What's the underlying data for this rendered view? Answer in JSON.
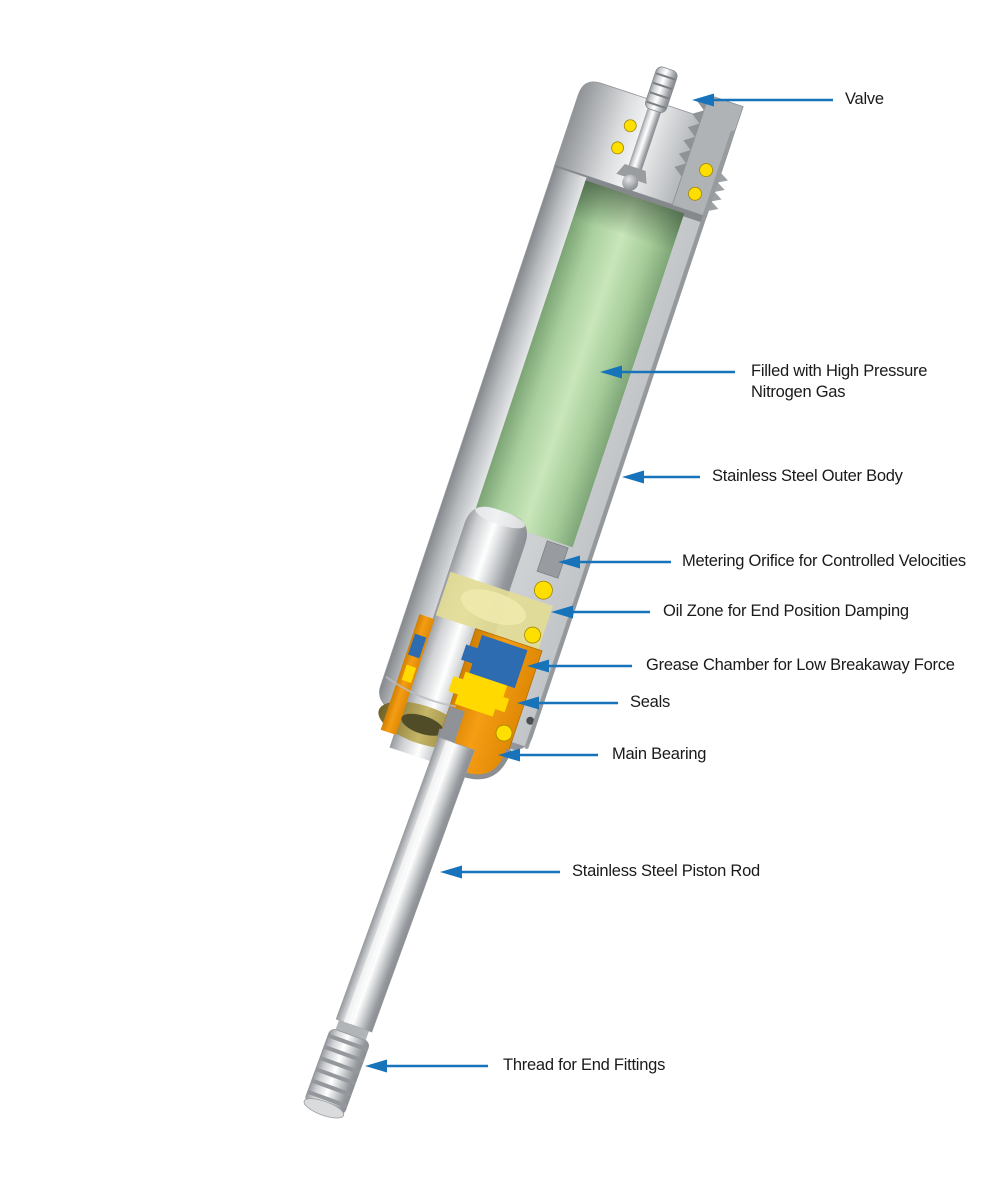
{
  "figure": {
    "description": "Cutaway illustration of a stainless steel gas spring with labeled internal components",
    "background": "#ffffff"
  },
  "colors": {
    "arrow_blue": "#1773ba",
    "label_text": "#1a1a1a",
    "nitrogen_green": "#c8e6ba",
    "oil_yellow": "#e3dc96",
    "grease_blue": "#2e6cb2",
    "seal_yellow": "#ffd900",
    "housing_orange": "#f59d13"
  },
  "annotations": [
    {
      "id": "valve",
      "label": "Valve"
    },
    {
      "id": "nitrogen-gas",
      "label": "Filled with High Pressure\nNitrogen Gas"
    },
    {
      "id": "outer-body",
      "label": "Stainless Steel Outer Body"
    },
    {
      "id": "metering-orifice",
      "label": "Metering Orifice for Controlled Velocities"
    },
    {
      "id": "oil-zone",
      "label": "Oil Zone for End Position Damping"
    },
    {
      "id": "grease-chamber",
      "label": "Grease Chamber for Low Breakaway Force"
    },
    {
      "id": "seals",
      "label": "Seals"
    },
    {
      "id": "main-bearing",
      "label": "Main Bearing"
    },
    {
      "id": "piston-rod",
      "label": "Stainless Steel Piston Rod"
    },
    {
      "id": "thread",
      "label": "Thread for End Fittings"
    }
  ]
}
